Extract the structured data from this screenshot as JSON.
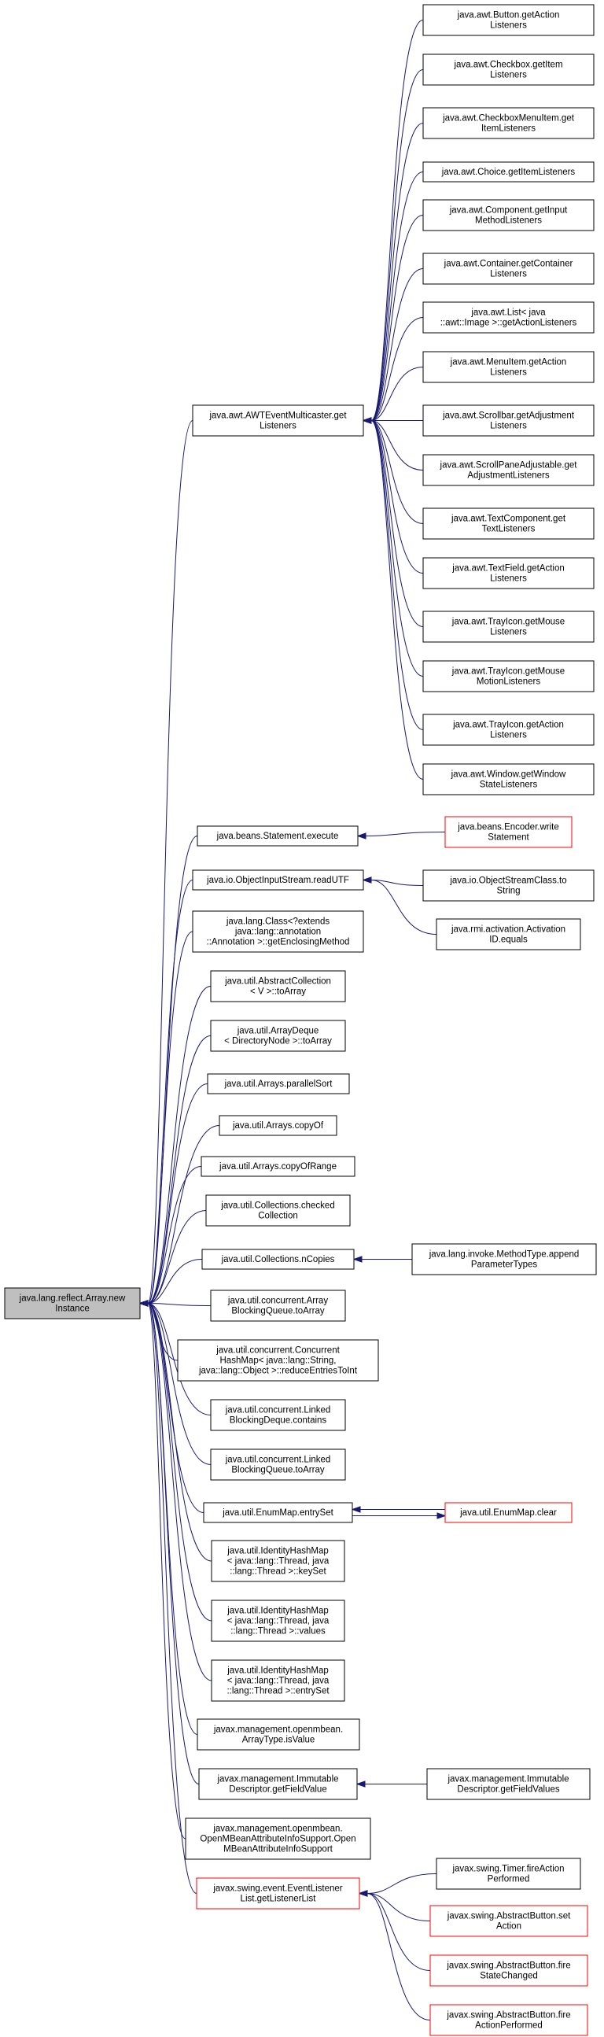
{
  "colors": {
    "edge": "#191970",
    "node_border": "#000000",
    "node_border_truncated": "#ff0000",
    "root_fill": "#bfbfbf",
    "node_fill": "#ffffff"
  },
  "nodes": [
    {
      "id": "root",
      "lines": [
        "java.lang.reflect.Array.new",
        "Instance"
      ],
      "style": "root"
    },
    {
      "id": "awtmc",
      "lines": [
        "java.awt.AWTEventMulticaster.get",
        "Listeners"
      ],
      "style": "normal"
    },
    {
      "id": "btn",
      "lines": [
        "java.awt.Button.getAction",
        "Listeners"
      ],
      "style": "normal"
    },
    {
      "id": "chk",
      "lines": [
        "java.awt.Checkbox.getItem",
        "Listeners"
      ],
      "style": "normal"
    },
    {
      "id": "cmi",
      "lines": [
        "java.awt.CheckboxMenuItem.get",
        "ItemListeners"
      ],
      "style": "normal"
    },
    {
      "id": "choice",
      "lines": [
        "java.awt.Choice.getItemListeners"
      ],
      "style": "normal"
    },
    {
      "id": "comp",
      "lines": [
        "java.awt.Component.getInput",
        "MethodListeners"
      ],
      "style": "normal"
    },
    {
      "id": "cont",
      "lines": [
        "java.awt.Container.getContainer",
        "Listeners"
      ],
      "style": "normal"
    },
    {
      "id": "list",
      "lines": [
        "java.awt.List< java",
        "::awt::Image >::getActionListeners"
      ],
      "style": "normal"
    },
    {
      "id": "menu",
      "lines": [
        "java.awt.MenuItem.getAction",
        "Listeners"
      ],
      "style": "normal"
    },
    {
      "id": "scroll",
      "lines": [
        "java.awt.Scrollbar.getAdjustment",
        "Listeners"
      ],
      "style": "normal"
    },
    {
      "id": "spadj",
      "lines": [
        "java.awt.ScrollPaneAdjustable.get",
        "AdjustmentListeners"
      ],
      "style": "normal"
    },
    {
      "id": "textc",
      "lines": [
        "java.awt.TextComponent.get",
        "TextListeners"
      ],
      "style": "normal"
    },
    {
      "id": "textf",
      "lines": [
        "java.awt.TextField.getAction",
        "Listeners"
      ],
      "style": "normal"
    },
    {
      "id": "tray1",
      "lines": [
        "java.awt.TrayIcon.getMouse",
        "Listeners"
      ],
      "style": "normal"
    },
    {
      "id": "tray2",
      "lines": [
        "java.awt.TrayIcon.getMouse",
        "MotionListeners"
      ],
      "style": "normal"
    },
    {
      "id": "tray3",
      "lines": [
        "java.awt.TrayIcon.getAction",
        "Listeners"
      ],
      "style": "normal"
    },
    {
      "id": "window",
      "lines": [
        "java.awt.Window.getWindow",
        "StateListeners"
      ],
      "style": "normal"
    },
    {
      "id": "stmt",
      "lines": [
        "java.beans.Statement.execute"
      ],
      "style": "normal"
    },
    {
      "id": "encoder",
      "lines": [
        "java.beans.Encoder.write",
        "Statement"
      ],
      "style": "truncated"
    },
    {
      "id": "ois",
      "lines": [
        "java.io.ObjectInputStream.readUTF"
      ],
      "style": "normal"
    },
    {
      "id": "osc",
      "lines": [
        "java.io.ObjectStreamClass.to",
        "String"
      ],
      "style": "normal"
    },
    {
      "id": "rmi",
      "lines": [
        "java.rmi.activation.Activation",
        "ID.equals"
      ],
      "style": "normal"
    },
    {
      "id": "cls",
      "lines": [
        "java.lang.Class<?extends",
        " java::lang::annotation",
        "::Annotation >::getEnclosingMethod"
      ],
      "style": "normal"
    },
    {
      "id": "abscoll",
      "lines": [
        "java.util.AbstractCollection",
        "< V >::toArray"
      ],
      "style": "normal"
    },
    {
      "id": "adeque",
      "lines": [
        "java.util.ArrayDeque",
        "< DirectoryNode >::toArray"
      ],
      "style": "normal"
    },
    {
      "id": "psort",
      "lines": [
        "java.util.Arrays.parallelSort"
      ],
      "style": "normal"
    },
    {
      "id": "copyof",
      "lines": [
        "java.util.Arrays.copyOf"
      ],
      "style": "normal"
    },
    {
      "id": "copyrange",
      "lines": [
        "java.util.Arrays.copyOfRange"
      ],
      "style": "normal"
    },
    {
      "id": "checked",
      "lines": [
        "java.util.Collections.checked",
        "Collection"
      ],
      "style": "normal"
    },
    {
      "id": "ncopies",
      "lines": [
        "java.util.Collections.nCopies"
      ],
      "style": "normal"
    },
    {
      "id": "mtype",
      "lines": [
        "java.lang.invoke.MethodType.append",
        "ParameterTypes"
      ],
      "style": "normal"
    },
    {
      "id": "abq",
      "lines": [
        "java.util.concurrent.Array",
        "BlockingQueue.toArray"
      ],
      "style": "normal"
    },
    {
      "id": "chm",
      "lines": [
        "java.util.concurrent.Concurrent",
        "HashMap< java::lang::String,",
        " java::lang::Object >::reduceEntriesToInt"
      ],
      "style": "normal"
    },
    {
      "id": "lbd",
      "lines": [
        "java.util.concurrent.Linked",
        "BlockingDeque.contains"
      ],
      "style": "normal"
    },
    {
      "id": "lbq",
      "lines": [
        "java.util.concurrent.Linked",
        "BlockingQueue.toArray"
      ],
      "style": "normal"
    },
    {
      "id": "enummap",
      "lines": [
        "java.util.EnumMap.entrySet"
      ],
      "style": "normal"
    },
    {
      "id": "enumclear",
      "lines": [
        "java.util.EnumMap.clear"
      ],
      "style": "truncated"
    },
    {
      "id": "ihm1",
      "lines": [
        "java.util.IdentityHashMap",
        "< java::lang::Thread, java",
        "::lang::Thread >::keySet"
      ],
      "style": "normal"
    },
    {
      "id": "ihm2",
      "lines": [
        "java.util.IdentityHashMap",
        "< java::lang::Thread, java",
        "::lang::Thread >::values"
      ],
      "style": "normal"
    },
    {
      "id": "ihm3",
      "lines": [
        "java.util.IdentityHashMap",
        "< java::lang::Thread, java",
        "::lang::Thread >::entrySet"
      ],
      "style": "normal"
    },
    {
      "id": "arrtype",
      "lines": [
        "javax.management.openmbean.",
        "ArrayType.isValue"
      ],
      "style": "normal"
    },
    {
      "id": "imm",
      "lines": [
        "javax.management.Immutable",
        "Descriptor.getFieldValue"
      ],
      "style": "normal"
    },
    {
      "id": "imms",
      "lines": [
        "javax.management.Immutable",
        "Descriptor.getFieldValues"
      ],
      "style": "normal"
    },
    {
      "id": "ombean",
      "lines": [
        "javax.management.openmbean.",
        "OpenMBeanAttributeInfoSupport.Open",
        "MBeanAttributeInfoSupport"
      ],
      "style": "normal"
    },
    {
      "id": "evl",
      "lines": [
        "javax.swing.event.EventListener",
        "List.getListenerList"
      ],
      "style": "truncated"
    },
    {
      "id": "timer",
      "lines": [
        "javax.swing.Timer.fireAction",
        "Performed"
      ],
      "style": "normal"
    },
    {
      "id": "absbtn1",
      "lines": [
        "javax.swing.AbstractButton.set",
        "Action"
      ],
      "style": "truncated"
    },
    {
      "id": "absbtn2",
      "lines": [
        "javax.swing.AbstractButton.fire",
        "StateChanged"
      ],
      "style": "truncated"
    },
    {
      "id": "absbtn3",
      "lines": [
        "javax.swing.AbstractButton.fire",
        "ActionPerformed"
      ],
      "style": "truncated"
    }
  ],
  "edges": [
    {
      "from": "awtmc",
      "to": "root"
    },
    {
      "from": "btn",
      "to": "awtmc"
    },
    {
      "from": "chk",
      "to": "awtmc"
    },
    {
      "from": "cmi",
      "to": "awtmc"
    },
    {
      "from": "choice",
      "to": "awtmc"
    },
    {
      "from": "comp",
      "to": "awtmc"
    },
    {
      "from": "cont",
      "to": "awtmc"
    },
    {
      "from": "list",
      "to": "awtmc"
    },
    {
      "from": "menu",
      "to": "awtmc"
    },
    {
      "from": "scroll",
      "to": "awtmc"
    },
    {
      "from": "spadj",
      "to": "awtmc"
    },
    {
      "from": "textc",
      "to": "awtmc"
    },
    {
      "from": "textf",
      "to": "awtmc"
    },
    {
      "from": "tray1",
      "to": "awtmc"
    },
    {
      "from": "tray2",
      "to": "awtmc"
    },
    {
      "from": "tray3",
      "to": "awtmc"
    },
    {
      "from": "window",
      "to": "awtmc"
    },
    {
      "from": "stmt",
      "to": "root"
    },
    {
      "from": "encoder",
      "to": "stmt"
    },
    {
      "from": "ois",
      "to": "root"
    },
    {
      "from": "osc",
      "to": "ois"
    },
    {
      "from": "rmi",
      "to": "ois"
    },
    {
      "from": "cls",
      "to": "root"
    },
    {
      "from": "abscoll",
      "to": "root"
    },
    {
      "from": "adeque",
      "to": "root"
    },
    {
      "from": "psort",
      "to": "root"
    },
    {
      "from": "copyof",
      "to": "root"
    },
    {
      "from": "copyrange",
      "to": "root"
    },
    {
      "from": "checked",
      "to": "root"
    },
    {
      "from": "ncopies",
      "to": "root"
    },
    {
      "from": "mtype",
      "to": "ncopies"
    },
    {
      "from": "abq",
      "to": "root"
    },
    {
      "from": "chm",
      "to": "root"
    },
    {
      "from": "lbd",
      "to": "root"
    },
    {
      "from": "lbq",
      "to": "root"
    },
    {
      "from": "enummap",
      "to": "root"
    },
    {
      "from": "enumclear",
      "to": "enummap"
    },
    {
      "from": "enummap",
      "to": "enumclear"
    },
    {
      "from": "ihm1",
      "to": "root"
    },
    {
      "from": "ihm2",
      "to": "root"
    },
    {
      "from": "ihm3",
      "to": "root"
    },
    {
      "from": "arrtype",
      "to": "root"
    },
    {
      "from": "imm",
      "to": "root"
    },
    {
      "from": "imms",
      "to": "imm"
    },
    {
      "from": "ombean",
      "to": "root"
    },
    {
      "from": "evl",
      "to": "root"
    },
    {
      "from": "timer",
      "to": "evl"
    },
    {
      "from": "absbtn1",
      "to": "evl"
    },
    {
      "from": "absbtn2",
      "to": "evl"
    },
    {
      "from": "absbtn3",
      "to": "evl"
    }
  ]
}
